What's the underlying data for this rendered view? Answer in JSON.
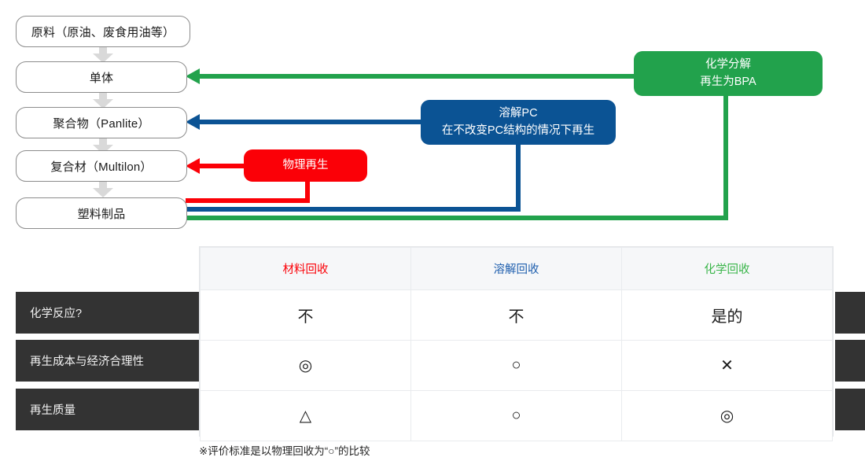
{
  "flow": {
    "steps": [
      {
        "label": "原料（原油、废食用油等）"
      },
      {
        "label": "单体"
      },
      {
        "label": "聚合物（Panlite）"
      },
      {
        "label": "复合材（Multilon）"
      },
      {
        "label": "塑料制品"
      }
    ]
  },
  "callouts": {
    "physical": {
      "line1": "物理再生",
      "color": "#fb0007"
    },
    "dissolution": {
      "line1": "溶解PC",
      "line2": "在不改变PC结构的情况下再生",
      "color": "#0b5394"
    },
    "chemical": {
      "line1": "化学分解",
      "line2": "再生为BPA",
      "color": "#22a24c"
    }
  },
  "table": {
    "headers": [
      {
        "label": "材料回收",
        "color": "#fb0007"
      },
      {
        "label": "溶解回收",
        "color": "#1f5fae"
      },
      {
        "label": "化学回收",
        "color": "#3ab54a"
      }
    ],
    "rows": [
      {
        "label": "化学反应?",
        "values": [
          "不",
          "不",
          "是的"
        ]
      },
      {
        "label": "再生成本与经济合理性",
        "values": [
          "◎",
          "○",
          "✕"
        ]
      },
      {
        "label": "再生质量",
        "values": [
          "△",
          "○",
          "◎"
        ]
      }
    ]
  },
  "note": "※评价标准是以物理回收为“○”的比较"
}
